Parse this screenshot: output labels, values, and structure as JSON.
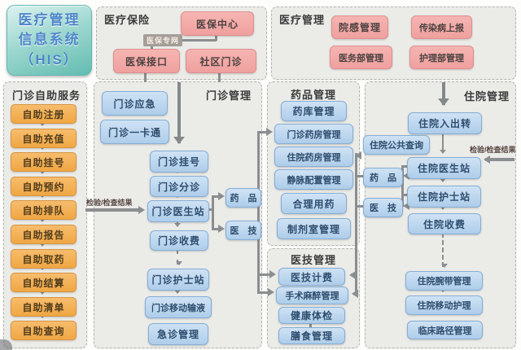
{
  "his": {
    "line1": "医疗管理",
    "line2": "信息系统",
    "line3": "（HIS）"
  },
  "insurance": {
    "title": "医疗保险",
    "center": "医保中心",
    "network_tag": "医保专网",
    "interface": "医保接口",
    "community": "社区门诊"
  },
  "medadmin": {
    "title": "医疗管理",
    "items": [
      "院感管理",
      "传染病上报",
      "医务部管理",
      "护理部管理"
    ]
  },
  "selfservice": {
    "title": "门诊自助服务",
    "items": [
      "自助注册",
      "自助充值",
      "自助挂号",
      "自助预约",
      "自助排队",
      "自助报告",
      "自助取药",
      "自助结算",
      "自助清单",
      "自助查询"
    ]
  },
  "outpatient": {
    "title": "门诊管理",
    "standalone": [
      "门诊应急",
      "门诊一卡通"
    ],
    "flow": [
      "门诊挂号",
      "门诊分诊",
      "门诊医生站",
      "门诊收费",
      "门诊护士站",
      "门诊移动输液",
      "急诊管理"
    ],
    "drug": "药 品",
    "tech": "医 技",
    "result_label": "检验/检查结果"
  },
  "pharmacy": {
    "title": "药品管理",
    "items": [
      "药库管理",
      "门诊药房管理",
      "住院药房管理",
      "静脉配置管理",
      "合理用药",
      "制剂室管理"
    ]
  },
  "medtech": {
    "title": "医技管理",
    "items": [
      "医技计费",
      "手术麻醉管理",
      "健康体检",
      "膳食管理"
    ]
  },
  "inpatient": {
    "title": "住院管理",
    "query": "住院公共查询",
    "flow": [
      "住院入出转",
      "住院医生站",
      "住院护士站",
      "住院收费",
      "住院腕带管理",
      "住院移动护理"
    ],
    "extra": "临床路径管理",
    "drug": "药 品",
    "tech": "医 技",
    "result_label": "检验/检查结果"
  },
  "colors": {
    "pink": "#efa09e",
    "blue": "#aecdea",
    "orange": "#f0a743",
    "teal": "#62bcb1",
    "line": "#8b8e90"
  }
}
